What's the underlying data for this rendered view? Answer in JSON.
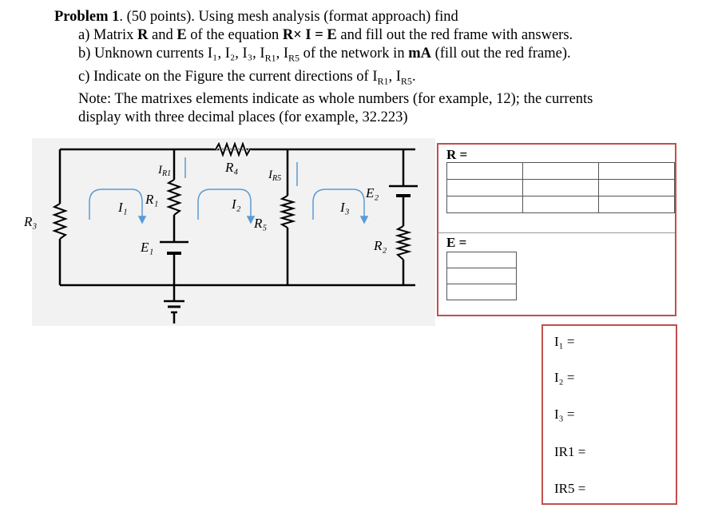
{
  "problem": {
    "title_bold": "Problem 1",
    "title_rest": ". (50 points). Using mesh analysis (format approach) find",
    "a_pre": "a) Matrix ",
    "a_R": "R",
    "a_and": " and ",
    "a_E": "E",
    "a_mid": " of the equation ",
    "a_eq": "R× I = E",
    "a_post": " and fill out the red frame with answers.",
    "b_pre": "b) Unknown currents I₁, I₂, I₃, I",
    "b_r1sub": "R1",
    "b_mid": ", I",
    "b_r5sub": "R5",
    "b_post": " of the network in ",
    "b_unit": "mA",
    "b_end": " (fill out the red frame).",
    "c_pre": "c) Indicate on the Figure the current directions of I",
    "c_r1": "R1",
    "c_mid": ", I",
    "c_r5": "R5",
    "c_end": ".",
    "note1": "Note:  The matrixes elements indicate as whole numbers (for example, 12); the currents",
    "note2": "display with three decimal places (for example, 32.223)"
  },
  "circuit": {
    "R1": "R₁",
    "R2": "R₂",
    "R3": "R₃",
    "R4": "R₄",
    "R5": "R₅",
    "E1": "E₁",
    "E2": "E₂",
    "I1": "I₁",
    "I2": "I₂",
    "I3": "I₃",
    "IR1": "I",
    "IR1_sub": "R1",
    "IR5": "I",
    "IR5_sub": "R5"
  },
  "answer_frame": {
    "R_label": "R =",
    "E_label": "E =",
    "R_matrix": [
      [
        "",
        "",
        ""
      ],
      [
        "",
        "",
        ""
      ],
      [
        "",
        "",
        ""
      ]
    ],
    "E_vector": [
      [
        ""
      ],
      [
        ""
      ],
      [
        ""
      ]
    ]
  },
  "currents_frame": {
    "I1": "I₁ =",
    "I2": "I₂ =",
    "I3": "I₃  =",
    "IR1": "IR1  =",
    "IR5": "IR5  ="
  },
  "colors": {
    "frame_red": "#c0504d",
    "mesh_blue": "#5b9bd5",
    "circuit_bg": "#f2f2f2"
  }
}
